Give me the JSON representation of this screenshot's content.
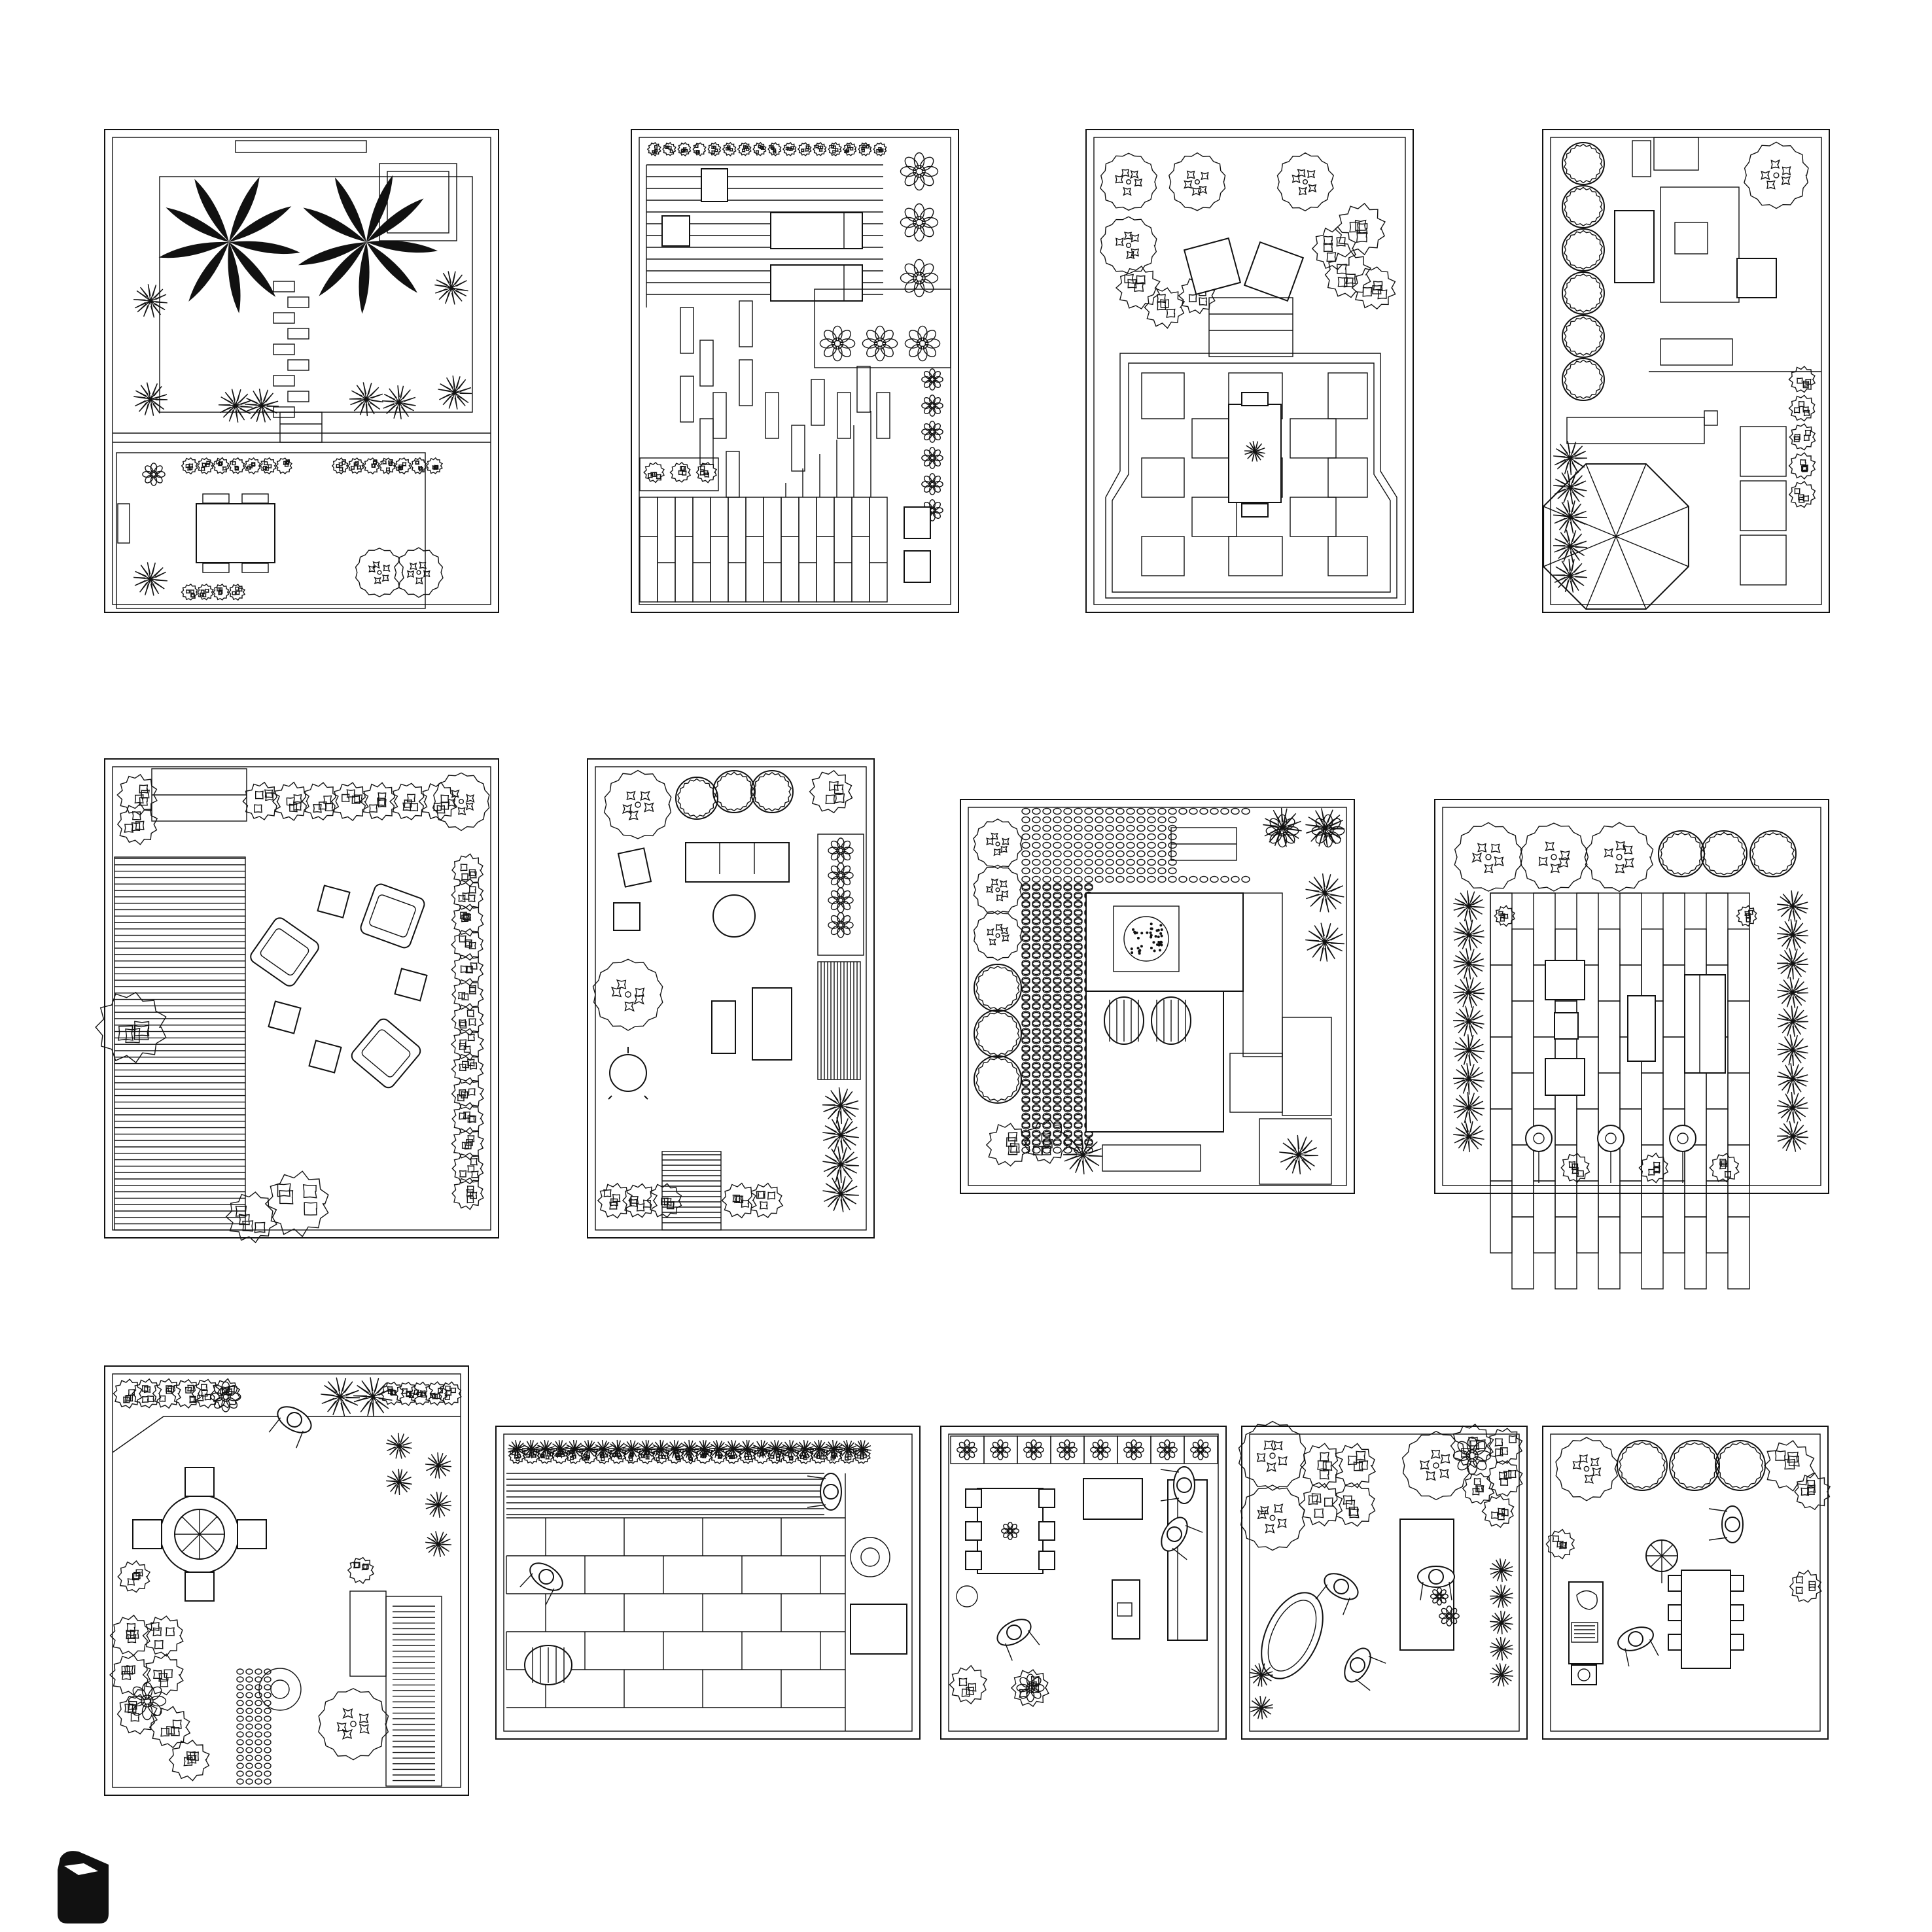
{
  "sheet": {
    "background": "#ffffff",
    "line_color": "#111111",
    "plan_count": 13
  },
  "plans": [
    {
      "id": "plan-1",
      "features": [
        "palm-tree-icon",
        "stepping-stone-path",
        "dining-table",
        "shrub-border"
      ]
    },
    {
      "id": "plan-2",
      "features": [
        "sun-loungers",
        "timber-deck",
        "stepping-pavers",
        "plank-paving"
      ]
    },
    {
      "id": "plan-3",
      "features": [
        "tree-canopy",
        "lounge-chairs",
        "stone-terrace",
        "dining-table"
      ]
    },
    {
      "id": "plan-4",
      "features": [
        "hedge-row",
        "sofa-set",
        "parasol-icon",
        "planters"
      ]
    },
    {
      "id": "plan-5",
      "features": [
        "timber-deck",
        "armchairs",
        "shrub-border",
        "cushions"
      ]
    },
    {
      "id": "plan-6",
      "features": [
        "outdoor-sofa",
        "round-table",
        "kettle-barbecue-icon",
        "stairs"
      ]
    },
    {
      "id": "plan-7",
      "features": [
        "cobblestone-paving",
        "fire-pit",
        "wicker-chairs",
        "succulents"
      ]
    },
    {
      "id": "plan-8",
      "features": [
        "tile-paving",
        "sofa-set",
        "coffee-table",
        "wall-lamps"
      ]
    },
    {
      "id": "plan-9",
      "features": [
        "round-dining-set",
        "parasol-icon",
        "person-icon",
        "stairs"
      ]
    },
    {
      "id": "plan-10",
      "features": [
        "hedge-row",
        "plank-paving",
        "person-icon",
        "barrel-chair"
      ]
    },
    {
      "id": "plan-11",
      "features": [
        "dining-table",
        "sofa",
        "person-icon",
        "planters"
      ]
    },
    {
      "id": "plan-12",
      "features": [
        "tree-canopy",
        "oval-spa",
        "dining-table",
        "person-icon"
      ]
    },
    {
      "id": "plan-13",
      "features": [
        "tree-canopy",
        "parasol-icon",
        "outdoor-kitchen",
        "dining-table"
      ]
    }
  ],
  "brand": {
    "logo_icon": "cube-logo-icon"
  }
}
